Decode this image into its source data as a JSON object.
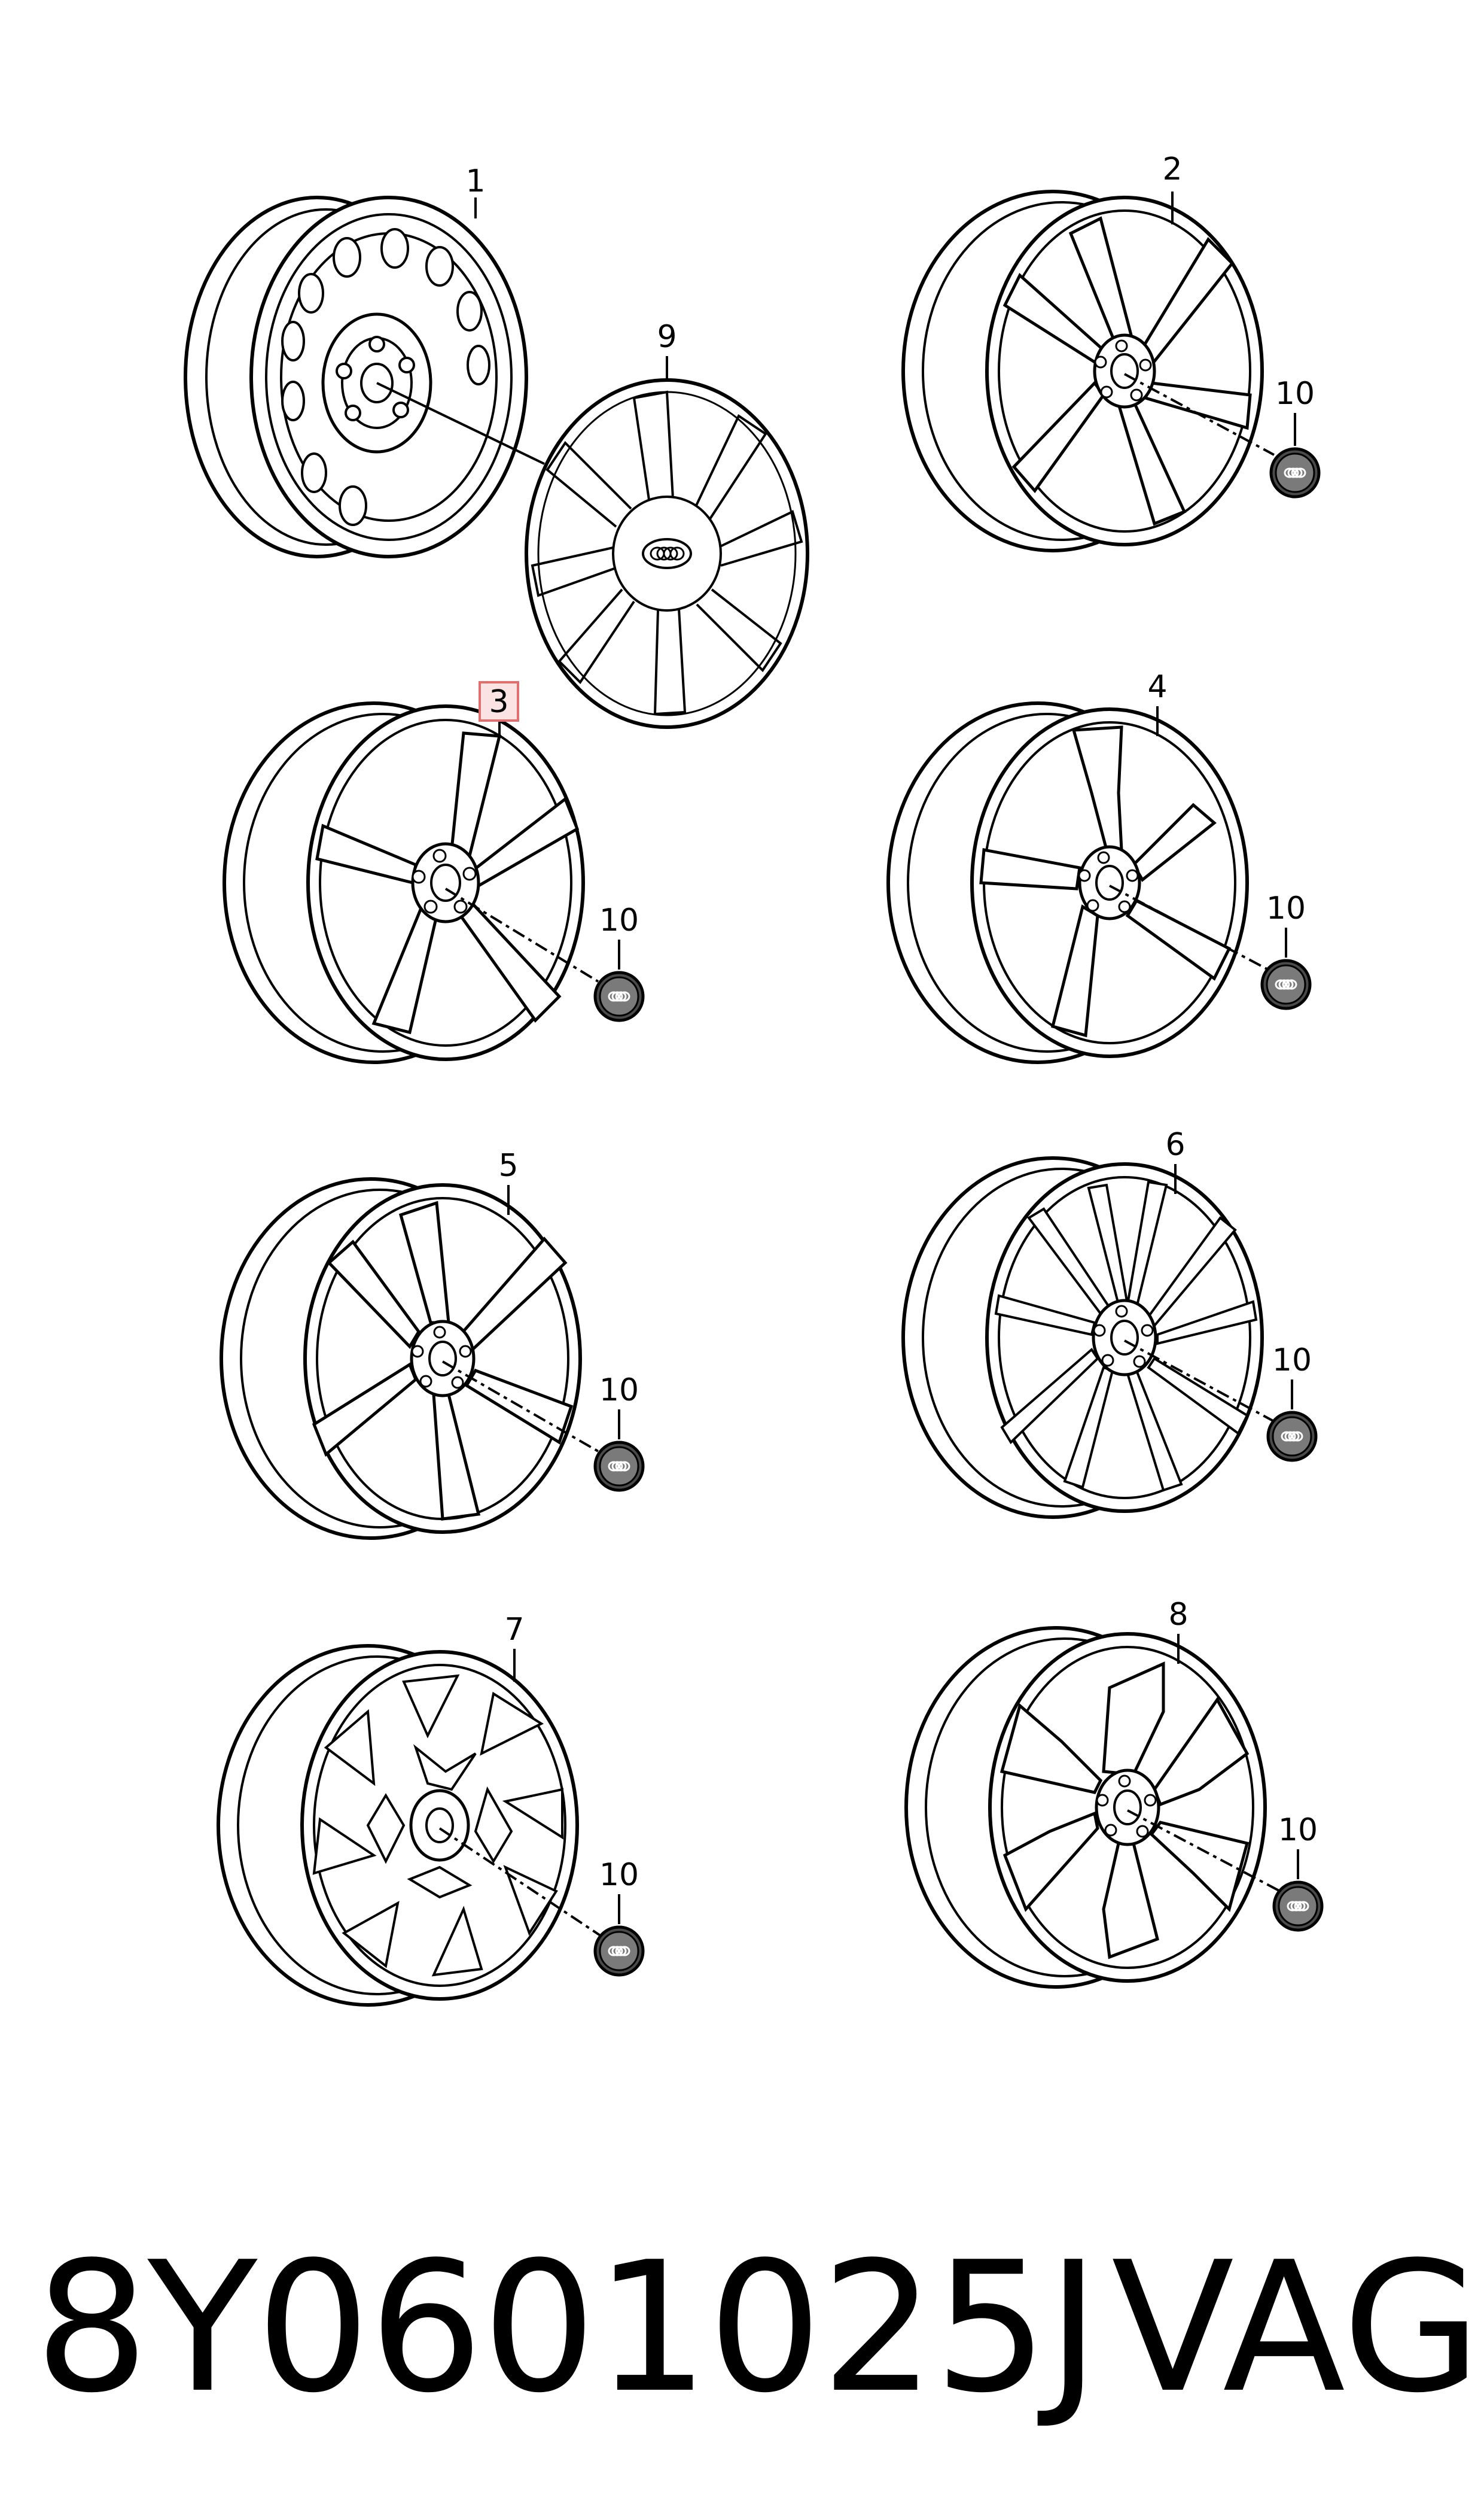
{
  "callouts": {
    "c1": "1",
    "c2": "2",
    "c3": "3",
    "c4": "4",
    "c5": "5",
    "c6": "6",
    "c7": "7",
    "c8": "8",
    "c9": "9",
    "c10a": "10",
    "c10b": "10",
    "c10c": "10",
    "c10d": "10",
    "c10e": "10",
    "c10f": "10",
    "c10g": "10"
  },
  "footer": {
    "part_number": "8Y0601025J",
    "brand": "VAG"
  },
  "colors": {
    "line": "#000000",
    "highlight_border": "#e07070",
    "highlight_fill": "#fbe3e3",
    "cap_fill": "#555555"
  },
  "icons": [
    "steel-wheel",
    "alloy-wheel",
    "hubcap",
    "center-cap"
  ]
}
